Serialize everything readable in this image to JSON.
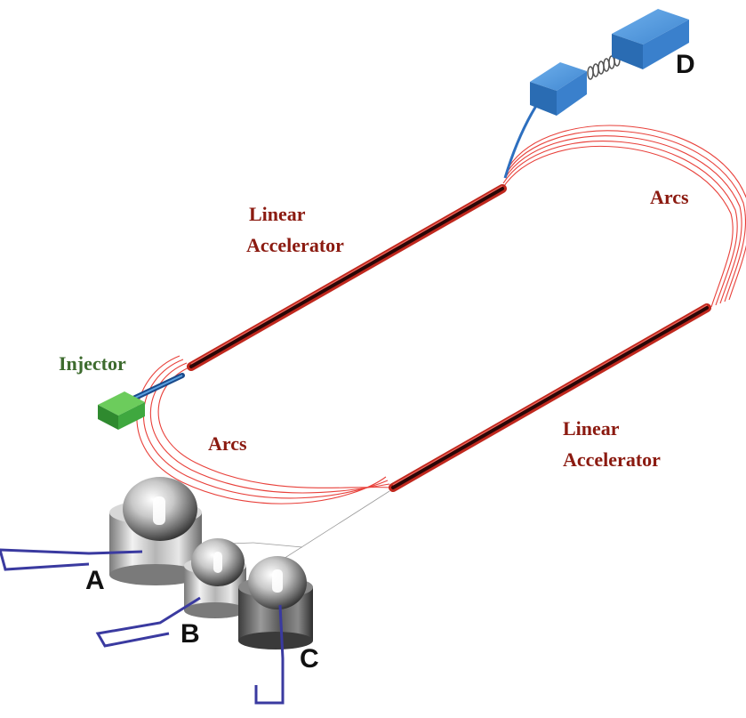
{
  "labels": {
    "linac_top_line1": "Linear",
    "linac_top_line2": "Accelerator",
    "linac_bottom_line1": "Linear",
    "linac_bottom_line2": "Accelerator",
    "arcs_right": "Arcs",
    "arcs_left": "Arcs",
    "injector": "Injector",
    "station_a": "A",
    "station_b": "B",
    "station_c": "C",
    "station_d": "D"
  },
  "colors": {
    "accelerator": "#8b1a10",
    "arc_line": "#e8403a",
    "injector": "#3a9a3a",
    "injector_label": "#3d6b2e",
    "detector_box": "#3f86d0",
    "beamline": "#3a3aa0",
    "label_black": "#111111"
  },
  "icons": [
    "injector-block-icon",
    "detector-box-icon",
    "spring-coil-icon",
    "dome-cylinder-icon"
  ]
}
